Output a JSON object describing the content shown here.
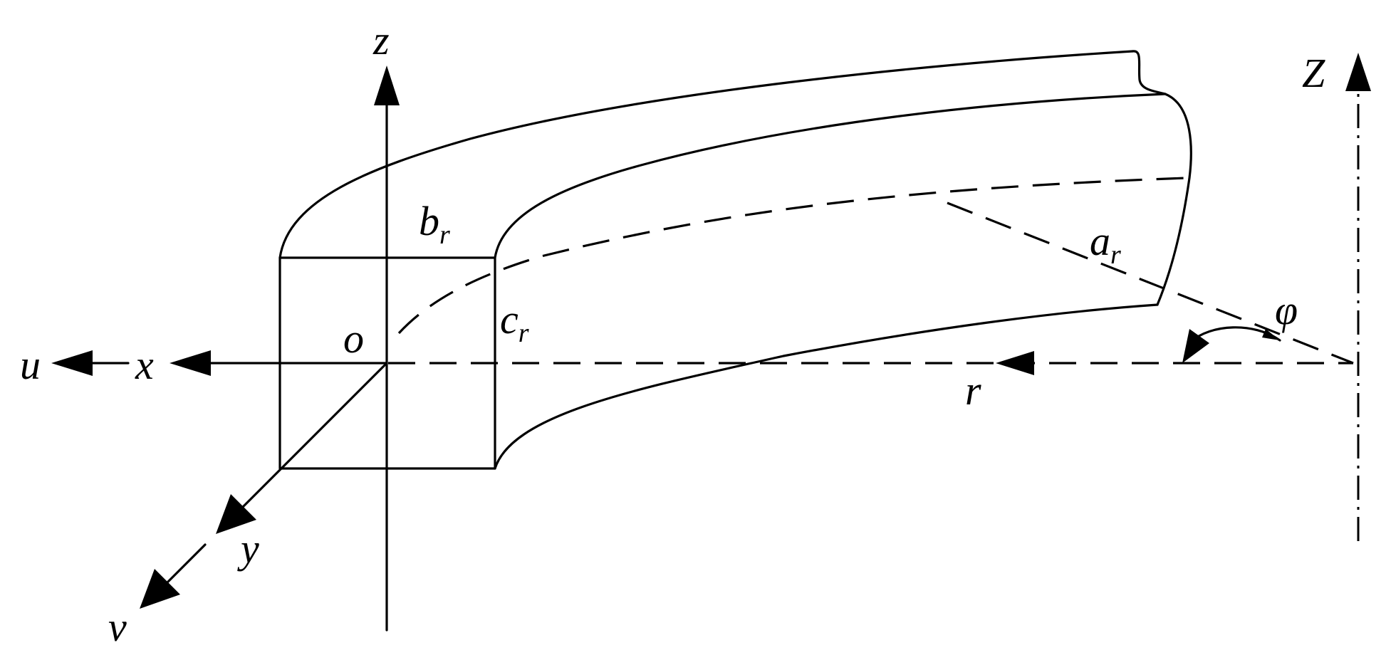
{
  "labels": {
    "z_axis": "z",
    "Z_axis": "Z",
    "x_axis": "x",
    "u_axis": "u",
    "y_axis": "y",
    "v_axis": "v",
    "origin": "o",
    "r_label": "r",
    "phi_label": "φ",
    "b_main": "b",
    "b_sub": "r",
    "c_main": "c",
    "c_sub": "r",
    "a_main": "a",
    "a_sub": "r"
  }
}
